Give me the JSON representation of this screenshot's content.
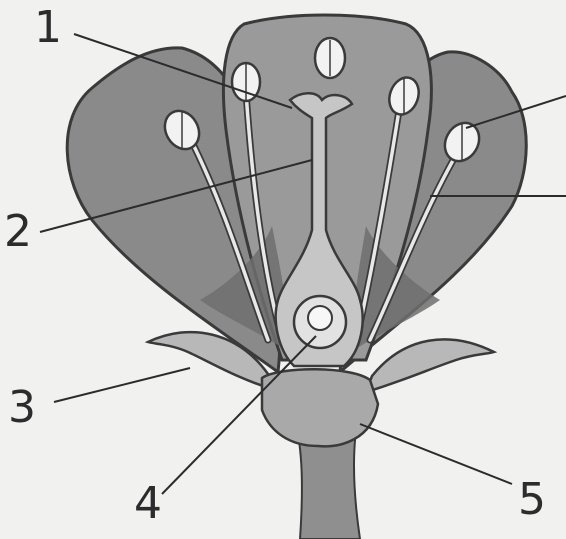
{
  "diagram": {
    "labels": [
      {
        "id": "label-1",
        "text": "1"
      },
      {
        "id": "label-2",
        "text": "2"
      },
      {
        "id": "label-3",
        "text": "3"
      },
      {
        "id": "label-4",
        "text": "4"
      },
      {
        "id": "label-5",
        "text": "5"
      }
    ]
  },
  "colors": {
    "petal_fill": "#8a8a8a",
    "petal_stroke": "#3a3a3a",
    "sepal_fill": "#b8b8b8",
    "pistil_fill": "#c6c6c6",
    "stamen_stroke": "#e8e8e8",
    "anther_fill": "#f2f2f2",
    "receptacle_fill": "#a9a9a9",
    "stem_fill": "#8f8f8f",
    "line_color": "#2c2c2c",
    "background": "#f1f1ef"
  }
}
